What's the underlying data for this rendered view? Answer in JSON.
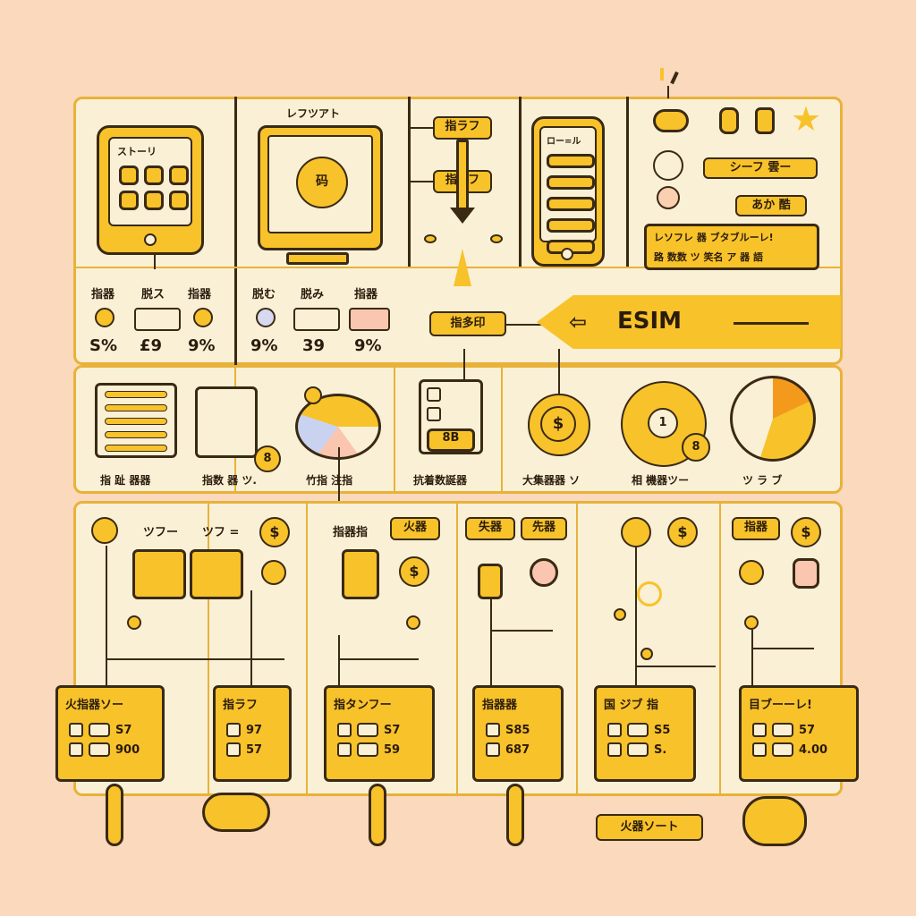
{
  "colors": {
    "background": "#fbd9bd",
    "accent": "#f8c22a",
    "outline": "#3a2a14",
    "panel": "#f9f0d6"
  },
  "top": {
    "tablet_label": "ストーリ",
    "monitor_label": "レフツアト",
    "monitor_center": "码",
    "flow_top": "指ラフ",
    "flow_mid": "指ーフ",
    "flow_bottom": "指多印",
    "phone_label": "ロー=ル",
    "settings_label1": "シーフ 雲ー",
    "settings_label2": "あか 酷",
    "settings_label3": "レソフレ 器  ブタブルーレ!",
    "settings_label4": "路 数数 ツ  笑名 ア 器 語",
    "esim": "ESIM"
  },
  "stats": [
    {
      "label": "指器",
      "value": "S%"
    },
    {
      "label": "脱ス",
      "value": "£9"
    },
    {
      "label": "指器",
      "value": "9%"
    },
    {
      "label": "脱む",
      "value": "9%"
    },
    {
      "label": "脱み",
      "value": "39"
    },
    {
      "label": "指器",
      "value": "9%"
    }
  ],
  "mid_captions": [
    "指 趾 器器",
    "指数 器 ツ.",
    "竹指 注指",
    "抗着数誕器",
    "大集器器 ソ",
    "相 機器ツー",
    "ツ ラ ブ"
  ],
  "mid": {
    "list_code": "8",
    "checklist_code": "8B",
    "coin_symbol": "$",
    "ring_number": "1",
    "ring_badge": "8"
  },
  "lanes": [
    {
      "head_a": "ツフー",
      "head_b": "ツフ =",
      "card_title": "火指器ソー",
      "row1": "S7",
      "row2": "900"
    },
    {
      "head_a": "",
      "head_b": "",
      "card_title": "指ラフ",
      "row1": "97",
      "row2": "57"
    },
    {
      "head_a": "指器指",
      "head_b": "火器",
      "card_title": "指タンフー",
      "row1": "S7",
      "row2": "59"
    },
    {
      "head_a": "失器",
      "head_b": "先器",
      "card_title": "指器器",
      "row1": "S85",
      "row2": "687"
    },
    {
      "head_a": "",
      "head_b": "",
      "card_title": "国 ジブ 指",
      "row1": "S5",
      "row2": "S."
    },
    {
      "head_a": "指器",
      "head_b": "",
      "card_title": "目ブーーレ!",
      "row1": "57",
      "row2": "4.00"
    }
  ],
  "footer_label": "火器ソート",
  "currency": "$"
}
